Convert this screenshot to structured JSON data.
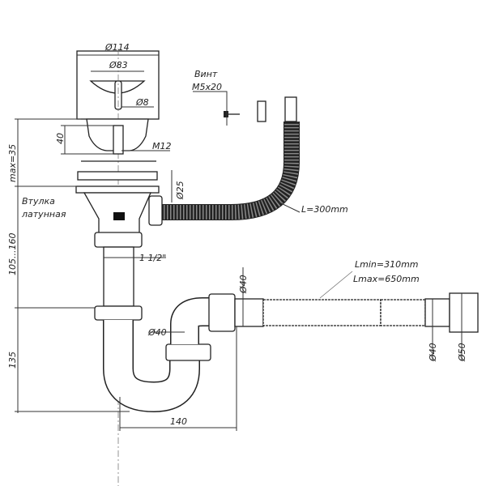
{
  "drawing": {
    "strainer": {
      "outer_diameter": "Ø114",
      "inner_diameter": "Ø83",
      "pin_diameter": "Ø8"
    },
    "screw": {
      "label_line1": "Винт",
      "label_line2": "M5x20"
    },
    "stem": {
      "height": "40",
      "thread": "M12"
    },
    "overflow": {
      "diameter": "Ø25",
      "hose_length": "L=300mm"
    },
    "bushing": {
      "label_line1": "Втулка",
      "label_line2": "латунная"
    },
    "vertical_dims": {
      "max": "max=35",
      "adjust": "105...160",
      "trap": "135"
    },
    "pipe": {
      "thread": "1 1/2\"",
      "trap_diameter": "Ø40",
      "outlet_diameter": "Ø40",
      "horizontal": "140"
    },
    "flex_hose": {
      "lmin": "Lmin=310mm",
      "lmax": "Lmax=650mm",
      "end_diameter_inner": "Ø40",
      "end_diameter_outer": "Ø50"
    }
  }
}
